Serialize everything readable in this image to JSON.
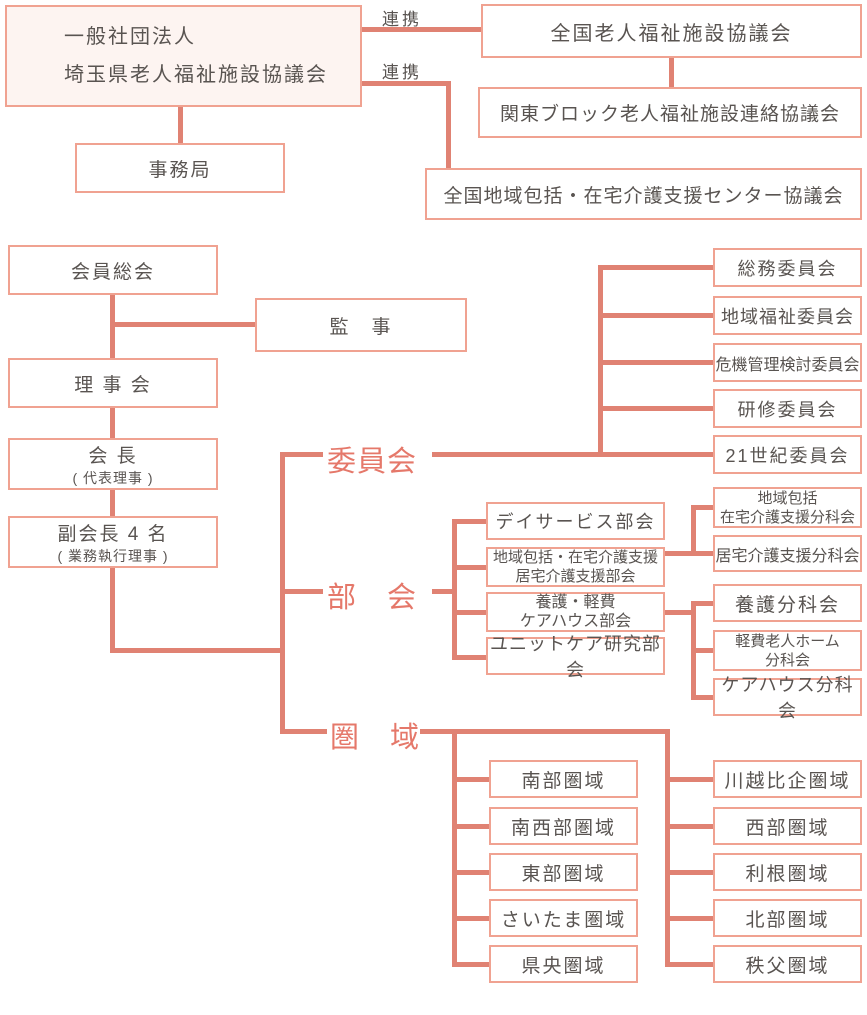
{
  "colors": {
    "connector_line": "#e08273",
    "box_border": "#f0a291",
    "main_box_bg": "#fdf4f1",
    "text": "#595451",
    "section_label": "#e5786a"
  },
  "top_section": {
    "main_org_line1": "一般社団法人",
    "main_org_line2": "埼玉県老人福祉施設協議会",
    "secretariat": "事務局",
    "link_label_1": "連携",
    "link_label_2": "連携",
    "national_council": "全国老人福祉施設協議会",
    "kanto_block": "関東ブロック老人福祉施設連絡協議会",
    "national_homecare_council": "全国地域包括・在宅介護支援センター協議会"
  },
  "governance": {
    "general_assembly": "会員総会",
    "auditors": "監　事",
    "board_of_directors": "理 事 会",
    "president_title": "会 長",
    "president_sub": "( 代表理事 )",
    "vice_president_title": "副会長 4 名",
    "vice_president_sub": "( 業務執行理事 )"
  },
  "section_labels": {
    "committees": "委員会",
    "departments": "部　会",
    "regions": "圏　域"
  },
  "committees": [
    "総務委員会",
    "地域福祉委員会",
    "危機管理検討委員会",
    "研修委員会",
    "21世紀委員会"
  ],
  "departments": {
    "boxes": [
      {
        "lines": [
          "デイサービス部会"
        ]
      },
      {
        "lines": [
          "地域包括・在宅介護支援",
          "居宅介護支援部会"
        ]
      },
      {
        "lines": [
          "養護・軽費",
          "ケアハウス部会"
        ]
      },
      {
        "lines": [
          "ユニットケア研究部会"
        ]
      }
    ]
  },
  "subcommittees": {
    "homecare": [
      {
        "lines": [
          "地域包括",
          "在宅介護支援分科会"
        ]
      },
      {
        "lines": [
          "居宅介護支援分科会"
        ]
      }
    ],
    "care": [
      {
        "lines": [
          "養護分科会"
        ]
      },
      {
        "lines": [
          "軽費老人ホーム",
          "分科会"
        ]
      },
      {
        "lines": [
          "ケアハウス分科会"
        ]
      }
    ]
  },
  "regions": {
    "left": [
      "南部圏域",
      "南西部圏域",
      "東部圏域",
      "さいたま圏域",
      "県央圏域"
    ],
    "right": [
      "川越比企圏域",
      "西部圏域",
      "利根圏域",
      "北部圏域",
      "秩父圏域"
    ]
  }
}
